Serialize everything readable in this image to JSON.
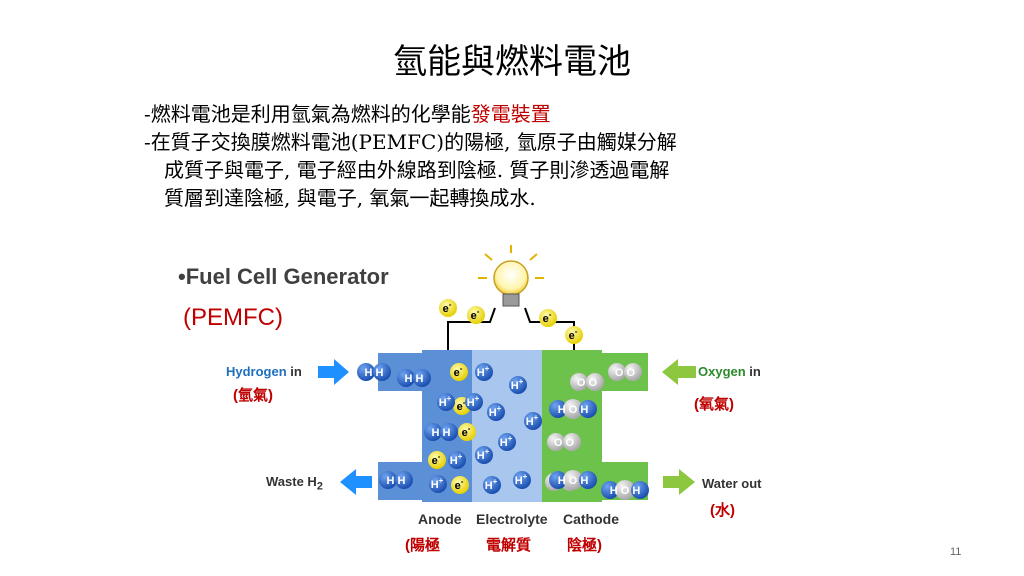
{
  "title": "氫能與燃料電池",
  "bullets": {
    "b1_prefix": "-燃料電池是利用氫氣為燃料的化學能",
    "b1_red": "發電裝置",
    "b2_line1": "-在質子交換膜燃料電池(PEMFC)的陽極, 氫原子由觸媒分解",
    "b2_line2": "成質子與電子, 電子經由外線路到陰極. 質子則滲透過電解",
    "b2_line3": "質層到達陰極, 與電子, 氧氣一起轉換成水."
  },
  "diagram": {
    "heading": "•Fuel Cell Generator",
    "pemfc": "(PEMFC)",
    "hydrogen_word": "Hydrogen",
    "hydrogen_in": " in",
    "hydrogen_cn": "(氫氣)",
    "oxygen_word": "Oxygen",
    "oxygen_in": " in",
    "oxygen_cn": "(氧氣)",
    "waste": "Waste H",
    "waste_sub": "2",
    "water_out": "Water out",
    "water_cn": "(水)",
    "anode": "Anode",
    "electrolyte": "Electrolyte",
    "cathode": "Cathode",
    "cn_anode": "(陽極",
    "cn_electrolyte": "電解質",
    "cn_cathode": "陰極)",
    "electron": "e",
    "minus": "-",
    "proton": "H",
    "plus": "+",
    "hh": "H H",
    "oo": "O O",
    "hoh": "H O H"
  },
  "page_number": "11",
  "colors": {
    "anode_blue": "#5b8fd6",
    "electrolyte_blue": "#a9c6ee",
    "cathode_green": "#6cc24a",
    "electron_yellow": "#f3e21b",
    "proton_blue": "#2c62c4",
    "arrow_blue": "#1e90ff",
    "arrow_green": "#8dc63f",
    "title_red": "#c00000"
  }
}
